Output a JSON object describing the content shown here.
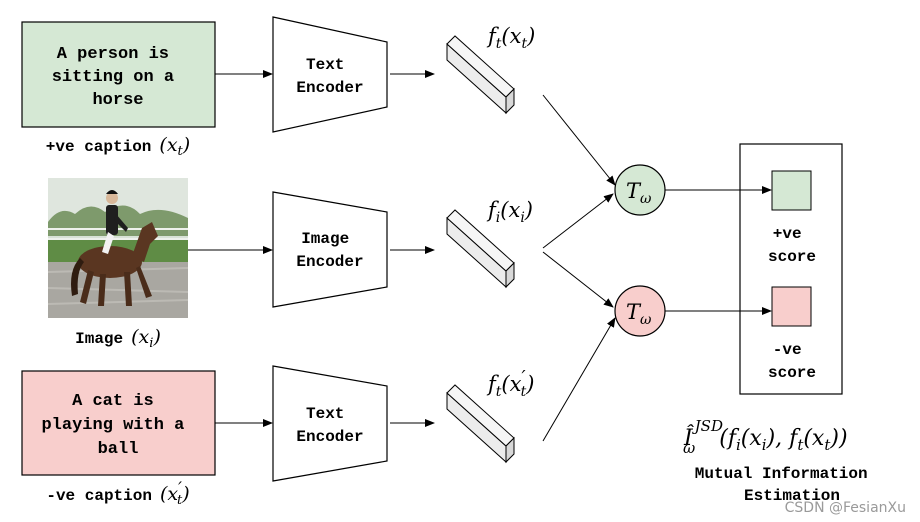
{
  "inputs": {
    "pos_caption": {
      "lines": [
        "A person is",
        "sitting on a",
        "horse"
      ],
      "label": "+ve caption",
      "var": "(x",
      "var_sub": "t",
      "var_close": ")",
      "color": "#d5e8d4"
    },
    "image": {
      "label": "Image",
      "var": "(x",
      "var_sub": "i",
      "var_close": ")"
    },
    "neg_caption": {
      "lines": [
        "A cat is",
        "playing with a",
        "ball"
      ],
      "label": "-ve caption",
      "var": "(x",
      "var_prime": "′",
      "var_sub": "t",
      "var_close": ")",
      "color": "#f8cecc"
    }
  },
  "encoders": {
    "text_top": [
      "Text",
      "Encoder"
    ],
    "image": [
      "Image",
      "Encoder"
    ],
    "text_bottom": [
      "Text",
      "Encoder"
    ]
  },
  "features": {
    "top": {
      "f": "f",
      "sub": "t",
      "arg": "(x",
      "arg_sub": "t",
      "close": ")"
    },
    "mid": {
      "f": "f",
      "sub": "i",
      "arg": "(x",
      "arg_sub": "i",
      "close": ")"
    },
    "bot": {
      "f": "f",
      "sub": "t",
      "arg": "(x",
      "arg_prime": "′",
      "arg_sub": "t",
      "close": ")"
    }
  },
  "critics": {
    "top": {
      "T": "T",
      "sub": "ω",
      "color": "#d5e8d4"
    },
    "bot": {
      "T": "T",
      "sub": "ω",
      "color": "#f8cecc"
    }
  },
  "scores": {
    "pos": {
      "lines": [
        "+ve",
        "score"
      ],
      "color": "#d5e8d4"
    },
    "neg": {
      "lines": [
        "-ve",
        "score"
      ],
      "color": "#f8cecc"
    }
  },
  "estimator": {
    "I": "Î",
    "sup": "JSD",
    "sub": "ω",
    "args": "(f",
    "args_sub1": "i",
    "args_mid": "(x",
    "args_sub2": "i",
    "args_mid2": "), f",
    "args_sub3": "t",
    "args_mid3": "(x",
    "args_sub4": "t",
    "args_end": "))",
    "caption": [
      "Mutual Information",
      "Estimation"
    ]
  },
  "watermark": "CSDN @FesianXu"
}
